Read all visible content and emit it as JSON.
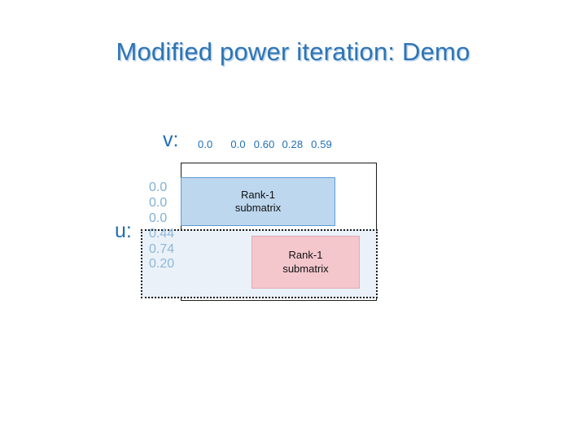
{
  "slide": {
    "title": "Modified power iteration: Demo",
    "title_color": "#2e74b5",
    "background": "#ffffff"
  },
  "vector_v": {
    "label": "v:",
    "values": [
      "0.0",
      "0.0",
      "0.60",
      "0.28",
      "0.59"
    ],
    "color": "#1f6fb5"
  },
  "vector_u": {
    "label": "u:",
    "values": [
      "0.0",
      "0.0",
      "0.0",
      "0.44",
      "0.74",
      "0.20"
    ],
    "color": "#8fb8d8"
  },
  "blocks": {
    "rank1_blue": {
      "line1": "Rank-1",
      "line2": "submatrix",
      "fill": "#bdd7ee",
      "border": "#5b9bd5"
    },
    "rank1_pink": {
      "line1": "Rank-1",
      "line2": "submatrix",
      "fill": "#f4c7cd",
      "border": "#e0aab3"
    },
    "matrix_outline": {
      "border": "#1a1a1a"
    },
    "dotted_panel": {
      "fill": "#eaf1f8",
      "border": "#1a1a1a"
    }
  }
}
